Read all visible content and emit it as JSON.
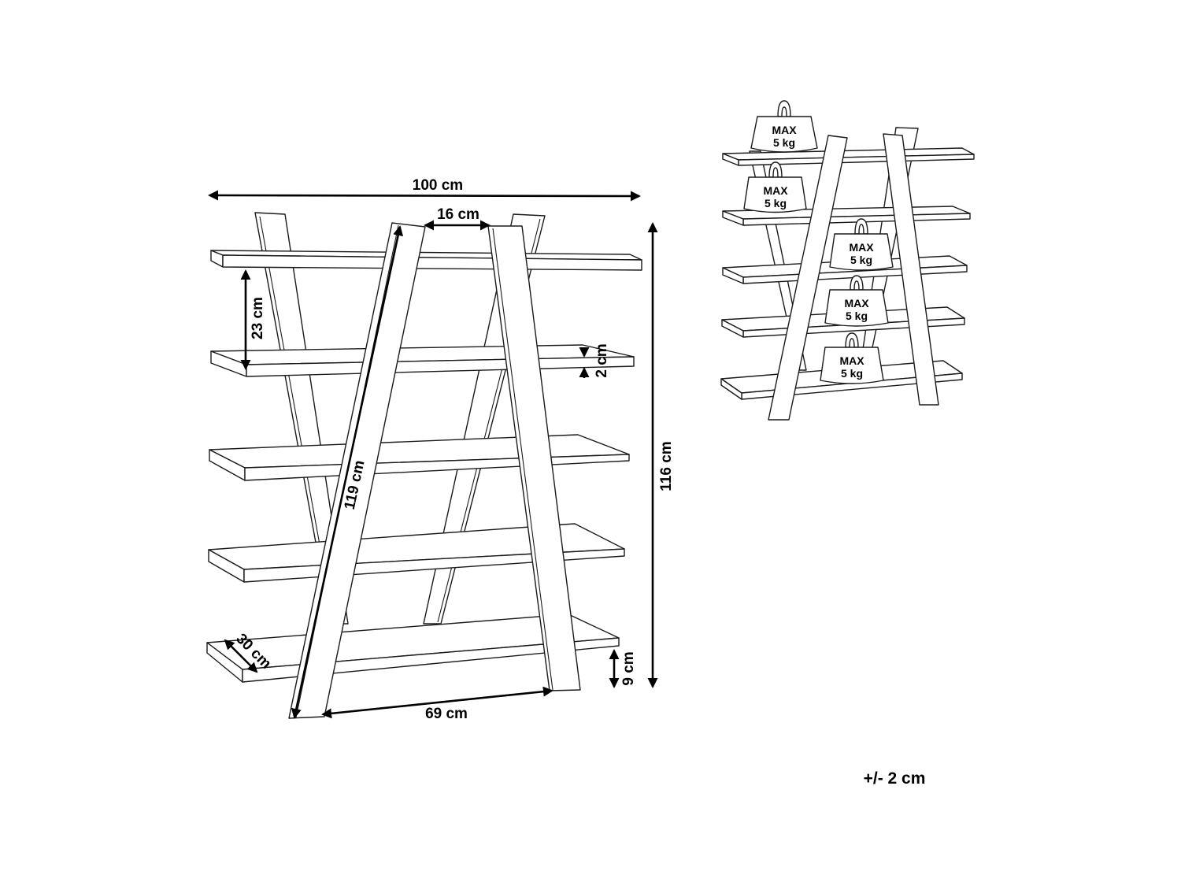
{
  "dimensions": {
    "width": "100 cm",
    "top_gap": "16 cm",
    "shelf_spacing": "23 cm",
    "shelf_thickness": "2 cm",
    "height": "116 cm",
    "leg_length": "119 cm",
    "depth": "30 cm",
    "bottom_clearance": "9 cm",
    "base_width": "69 cm"
  },
  "load": {
    "line1": "MAX",
    "line2": "5 kg",
    "count": 5
  },
  "tolerance": "+/- 2 cm"
}
